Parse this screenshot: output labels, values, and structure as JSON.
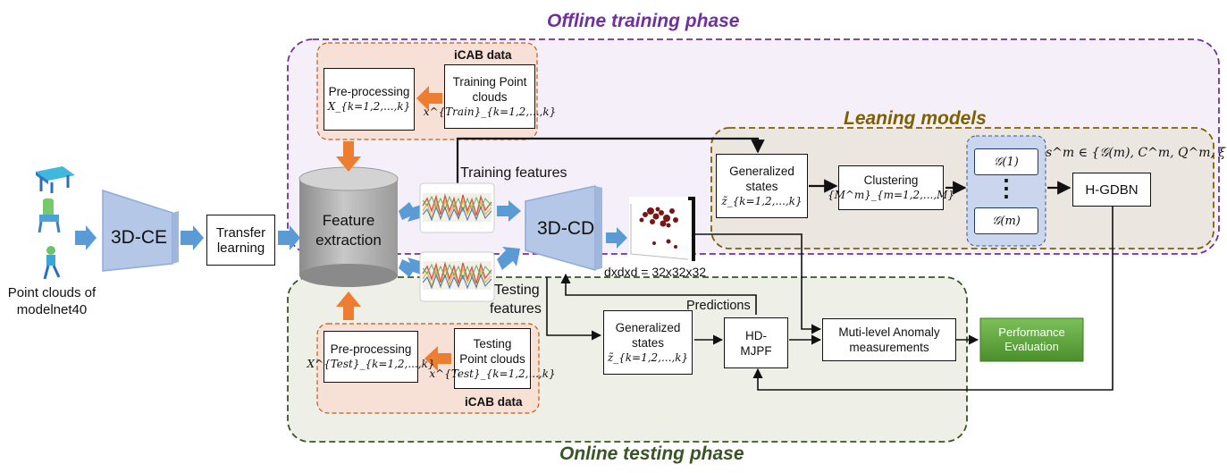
{
  "phases": {
    "offline": "Offline training phase",
    "online": "Online testing phase",
    "models": "Leaning models"
  },
  "input": {
    "label_line1": "Point clouds of",
    "label_line2": "modelnet40"
  },
  "encoder": "3D-CE",
  "transfer": {
    "line1": "Transfer",
    "line2": "learning"
  },
  "feature_extraction": {
    "line1": "Feature",
    "line2": "extraction"
  },
  "train_branch": {
    "data_title": "iCAB data",
    "preproc_label": "Pre-processing",
    "preproc_math": "X_{k=1,2,...,k}",
    "source_line1": "Training Point",
    "source_line2": "clouds",
    "source_math": "x^{Train}_{k=1,2,...,k}",
    "features_label": "Training features"
  },
  "test_branch": {
    "data_title": "iCAB data",
    "preproc_label": "Pre-processing",
    "preproc_math": "X^{Test}_{k=1,2,...,k}",
    "source_line1": "Testing",
    "source_line2": "Point clouds",
    "source_math": "x^{Test}_{k=1,2,...,k}",
    "features_line1": "Testing",
    "features_line2": "features"
  },
  "decoder": "3D-CD",
  "dims_label": "dxdxd = 32x32x32",
  "learning": {
    "gen_states_line1": "Generalized",
    "gen_states_line2": "states",
    "gen_states_math": "z̃_{k=1,2,...,k}",
    "clustering_label": "Clustering",
    "clustering_math": "{M^m}_{m=1,2,...,M}",
    "graph_first": "𝒢(1)",
    "graph_last": "𝒢(m)",
    "dots": "⋮",
    "hgdbn": "H-GDBN",
    "set_formula": "s^m ∈ {𝒢(m), C^m, Q^m, ξ^m}, T"
  },
  "testing": {
    "gen_states_line1": "Generalized",
    "gen_states_line2": "states",
    "gen_states_math": "z̃_{k=1,2,...,k}",
    "predictions": "Predictions",
    "hdmjpf_line1": "HD-",
    "hdmjpf_line2": "MJPF",
    "anomaly_line1": "Muti-level Anomaly",
    "anomaly_line2": "measurements",
    "perf_line1": "Performance",
    "perf_line2": "Evaluation"
  },
  "colors": {
    "offline_border": "#7030a0",
    "offline_fill": "#f3eef8",
    "online_border": "#375623",
    "online_fill": "#eef0e8",
    "models_border": "#7f6000",
    "models_fill": "#ede8e2",
    "icab_border": "#c55a11",
    "icab_fill": "#fbe5d6",
    "arrow_blue": "#5b9bd5",
    "arrow_orange": "#ed7d31",
    "perf_fill": "#5ea43a"
  }
}
